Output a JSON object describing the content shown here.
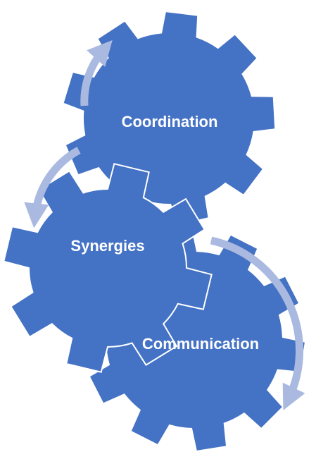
{
  "gears": [
    {
      "id": "coordination",
      "label": "Coordination"
    },
    {
      "id": "synergies",
      "label": "Synergies"
    },
    {
      "id": "communication",
      "label": "Communication"
    }
  ],
  "colors": {
    "gear_fill": "#4472C4",
    "gear_outline": "#ffffff",
    "arrow": "#AAB9E0",
    "label_text": "#ffffff",
    "background": "#ffffff"
  },
  "arrows": [
    {
      "id": "arrow-to-coordination",
      "shape": "arc",
      "direction": "clockwise"
    },
    {
      "id": "arrow-to-synergies",
      "shape": "arc",
      "direction": "counterclockwise"
    },
    {
      "id": "arrow-to-communication",
      "shape": "arc",
      "direction": "clockwise"
    }
  ]
}
